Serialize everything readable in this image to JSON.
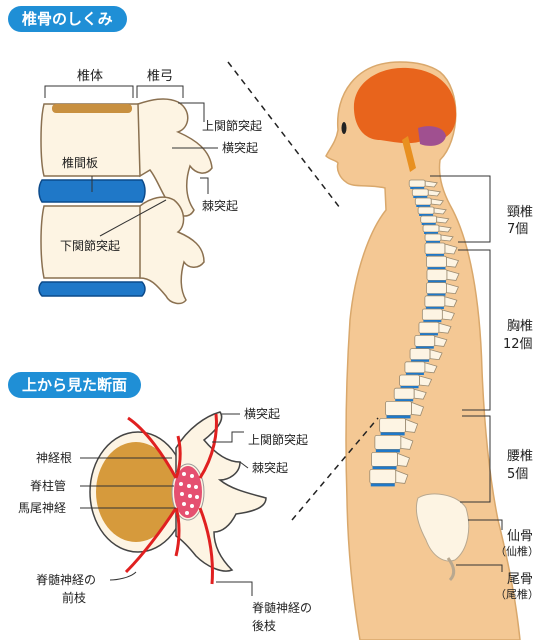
{
  "sections": {
    "top_title": "椎骨のしくみ",
    "bottom_title": "上から見た断面"
  },
  "side_view": {
    "body_label": "椎体",
    "arch_label": "椎弓",
    "superior_articular": "上関節突起",
    "transverse": "横突起",
    "disc": "椎間板",
    "spinous": "棘突起",
    "inferior_articular": "下関節突起"
  },
  "cross_section": {
    "transverse": "横突起",
    "superior_articular": "上関節突起",
    "nerve_root": "神経根",
    "spinous": "棘突起",
    "spinal_canal": "脊柱管",
    "cauda_equina": "馬尾神経",
    "anterior_branch_1": "脊髄神経の",
    "anterior_branch_2": "前枝",
    "posterior_branch_1": "脊髄神経の",
    "posterior_branch_2": "後枝"
  },
  "spine_regions": [
    {
      "name": "頸椎",
      "count": "7個"
    },
    {
      "name": "胸椎",
      "count": "12個"
    },
    {
      "name": "腰椎",
      "count": "5個"
    },
    {
      "name": "仙骨",
      "count": "（仙椎）"
    },
    {
      "name": "尾骨",
      "count": "（尾椎）"
    }
  ],
  "colors": {
    "title_bg": "#1f8fd6",
    "bone": "#fdf4e3",
    "disc": "#1f78c8",
    "body_skin": "#f4c894",
    "brain": "#e8641c",
    "nerve": "#e02020",
    "cross_body": "#d69a3c"
  }
}
